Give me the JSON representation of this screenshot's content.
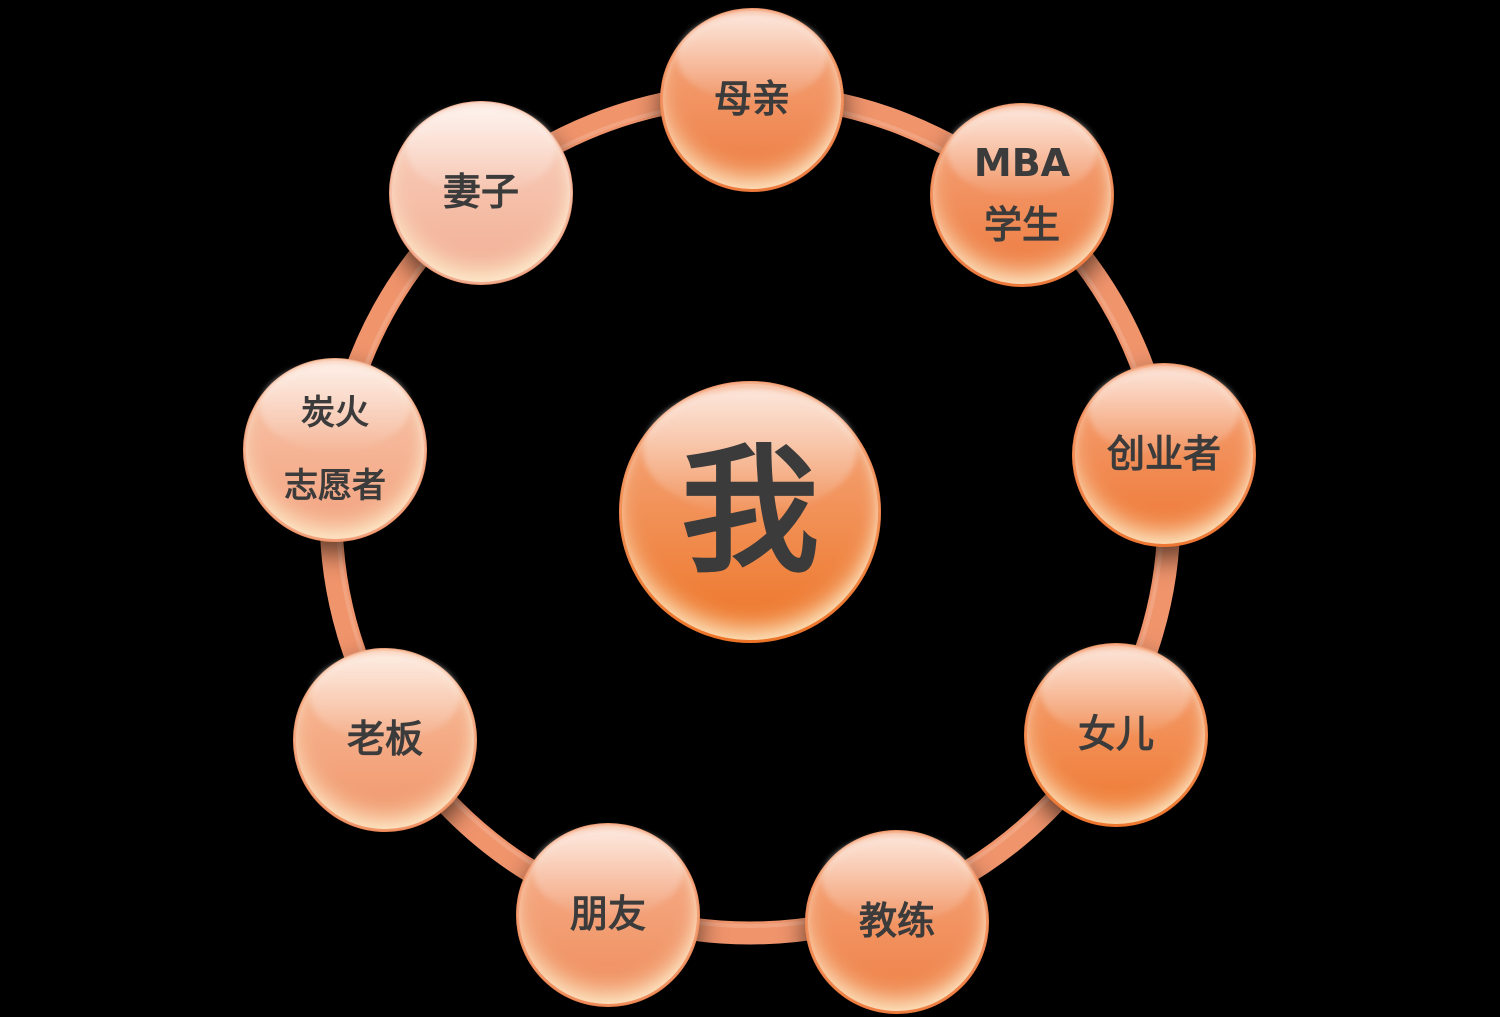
{
  "diagram": {
    "type": "cycle",
    "center": {
      "label": "我",
      "color_top": "#f6ae89",
      "color_bottom": "#ed7426"
    },
    "nodes": [
      {
        "id": "mother",
        "label": "母亲",
        "color_top": "#f6ac87",
        "color_bottom": "#ed7b3e"
      },
      {
        "id": "mba-student",
        "label": "MBA\n学生",
        "color_top": "#f6aa84",
        "color_bottom": "#ed793c"
      },
      {
        "id": "entrepreneur",
        "label": "创业者",
        "color_top": "#f6a67e",
        "color_bottom": "#ee7733"
      },
      {
        "id": "daughter",
        "label": "女儿",
        "color_top": "#f6a67c",
        "color_bottom": "#ee772e"
      },
      {
        "id": "coach",
        "label": "教练",
        "color_top": "#f6aa83",
        "color_bottom": "#ee7e42"
      },
      {
        "id": "friend",
        "label": "朋友",
        "color_top": "#f7b492",
        "color_bottom": "#ef8c5b"
      },
      {
        "id": "boss",
        "label": "老板",
        "color_top": "#f9c2a2",
        "color_bottom": "#f09468"
      },
      {
        "id": "volunteer",
        "label": "炭火\n志愿者",
        "color_top": "#f9c9af",
        "color_bottom": "#f2a07c"
      },
      {
        "id": "wife",
        "label": "妻子",
        "color_top": "#fad4c3",
        "color_bottom": "#f2ad92"
      }
    ],
    "colors": {
      "ring": "#f0946c",
      "text": "#3b3b3b",
      "background": "#000000"
    }
  }
}
